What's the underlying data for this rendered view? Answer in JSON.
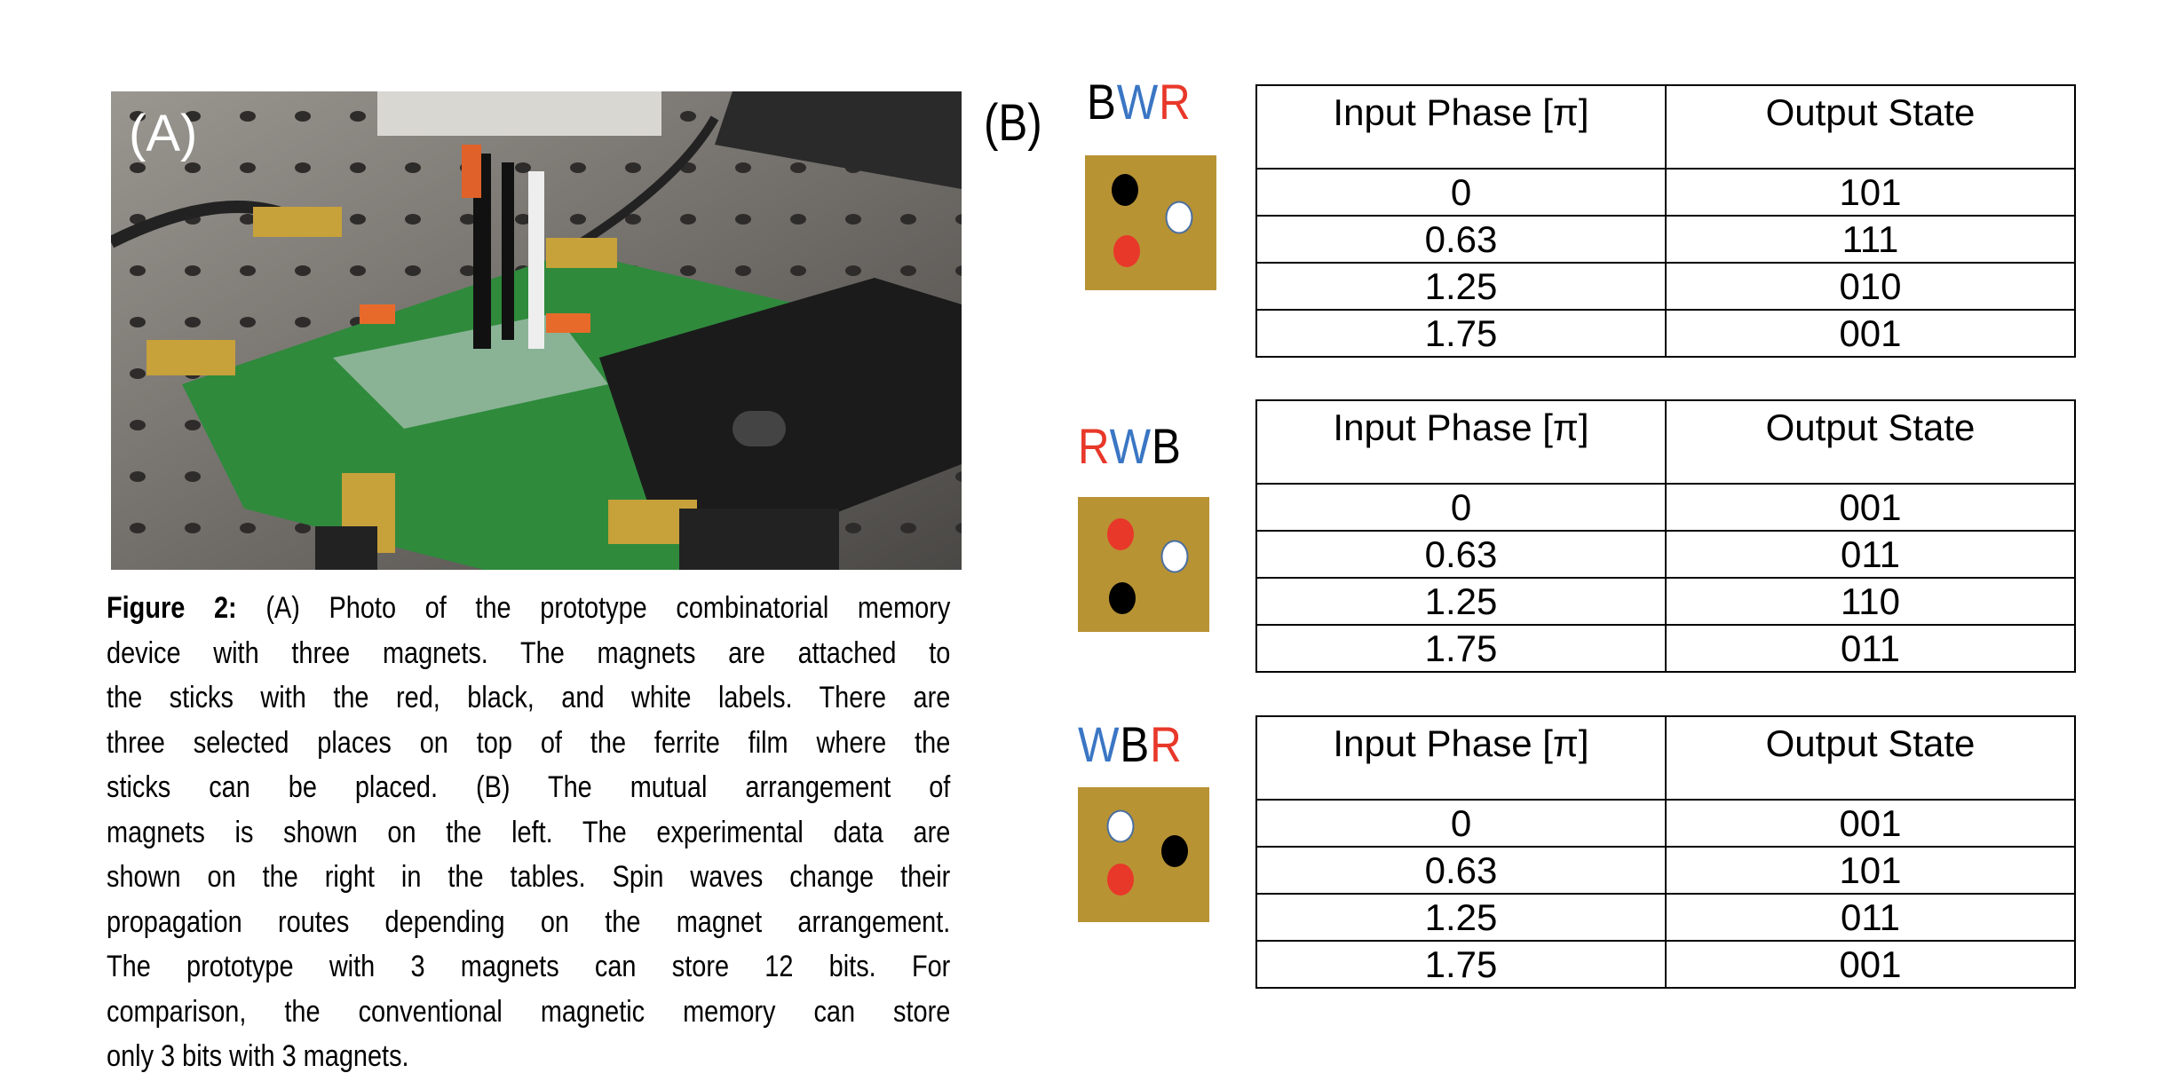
{
  "panel_a": {
    "label": "(A)"
  },
  "caption": {
    "bold": "Figure 2:",
    "lines": [
      " (A) Photo of the prototype combinatorial memory",
      "device with three magnets. The magnets are attached to",
      "the sticks with the red, black, and white labels.  There are",
      "three selected places on top of the ferrite film where the",
      "sticks can be placed.   (B) The mutual arrangement of",
      "magnets is shown on the left. The experimental data are",
      "shown on the right in the tables. Spin waves change their",
      "propagation routes depending on the magnet arrangement.",
      "The prototype with 3 magnets can store 12 bits. For",
      "comparison, the conventional magnetic memory can store",
      "only 3 bits with 3 magnets."
    ]
  },
  "panel_b": {
    "label": "(B)",
    "colors": {
      "B": "#000000",
      "W": "#3a76c4",
      "R": "#e8382a",
      "board": "#b89334"
    },
    "headers": [
      "Input Phase [π]",
      "Output  State"
    ],
    "arrangements": [
      {
        "name": [
          "B",
          "W",
          "R"
        ],
        "rows": [
          [
            "0",
            "101"
          ],
          [
            "0.63",
            "111"
          ],
          [
            "1.25",
            "010"
          ],
          [
            "1.75",
            "001"
          ]
        ]
      },
      {
        "name": [
          "R",
          "W",
          "B"
        ],
        "rows": [
          [
            "0",
            "001"
          ],
          [
            "0.63",
            "011"
          ],
          [
            "1.25",
            "110"
          ],
          [
            "1.75",
            "011"
          ]
        ]
      },
      {
        "name": [
          "W",
          "B",
          "R"
        ],
        "rows": [
          [
            "0",
            "001"
          ],
          [
            "0.63",
            "101"
          ],
          [
            "1.25",
            "011"
          ],
          [
            "1.75",
            "001"
          ]
        ]
      }
    ]
  }
}
